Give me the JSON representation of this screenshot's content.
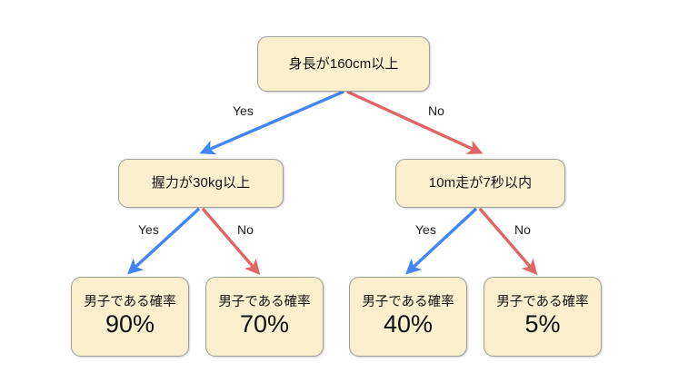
{
  "diagram": {
    "title_visible": false,
    "background_color": "#ffffff",
    "node_fill": "#fcefcd",
    "node_border": "#9e9e96",
    "yes_color": "#4285f4",
    "no_color": "#e06666",
    "root": {
      "label": "身長が160cm以上"
    },
    "level2": [
      {
        "label": "握力が30kg以上"
      },
      {
        "label": "10m走が7秒以内"
      }
    ],
    "leaves": [
      {
        "caption": "男子である確率",
        "value": "90%"
      },
      {
        "caption": "男子である確率",
        "value": "70%"
      },
      {
        "caption": "男子である確率",
        "value": "40%"
      },
      {
        "caption": "男子である確率",
        "value": "5%"
      }
    ],
    "edges": [
      {
        "label": "Yes",
        "color": "#4285f4"
      },
      {
        "label": "No",
        "color": "#e06666"
      },
      {
        "label": "Yes",
        "color": "#4285f4"
      },
      {
        "label": "No",
        "color": "#e06666"
      },
      {
        "label": "Yes",
        "color": "#4285f4"
      },
      {
        "label": "No",
        "color": "#e06666"
      }
    ]
  }
}
